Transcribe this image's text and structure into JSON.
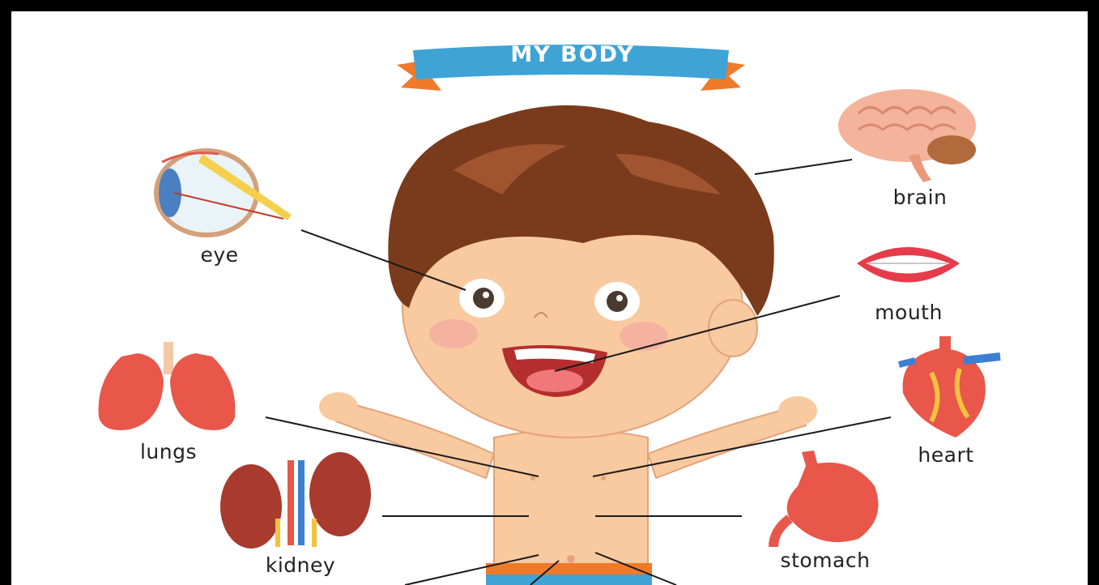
{
  "title": "MY BODY",
  "labels": {
    "eye": "eye",
    "brain": "brain",
    "mouth": "mouth",
    "lungs": "lungs",
    "heart": "heart",
    "kidney": "kidney",
    "stomach": "stomach"
  },
  "colors": {
    "banner": "#3fa3d6",
    "ribbon_tail": "#f07a2a",
    "hair": "#7a3b1c",
    "skin": "#f9c9a0",
    "organ_red": "#e8574a",
    "shorts_orange": "#f07a2a",
    "shorts_blue": "#3fa3d6"
  }
}
